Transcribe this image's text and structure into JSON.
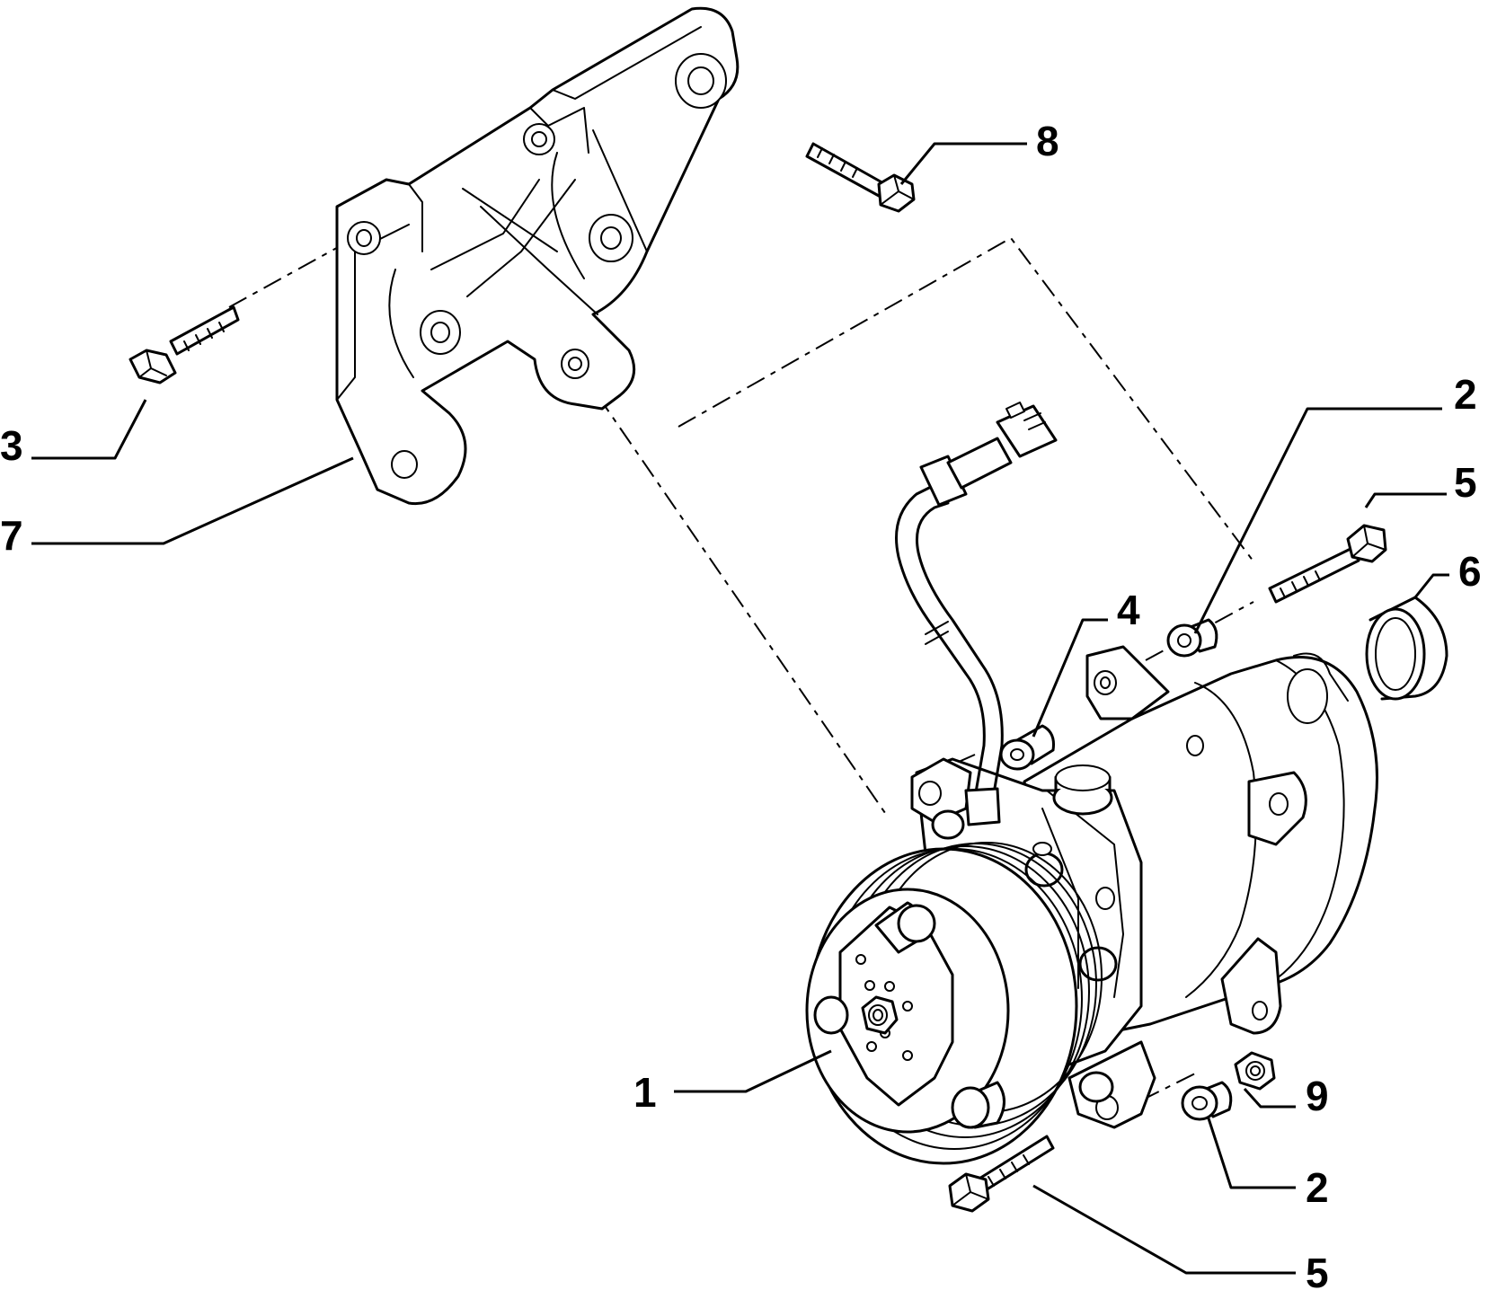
{
  "callouts": {
    "c1": "1",
    "c2_top": "2",
    "c2_bottom": "2",
    "c3": "3",
    "c4": "4",
    "c5_top": "5",
    "c5_bottom": "5",
    "c6": "6",
    "c7": "7",
    "c8": "8",
    "c9": "9"
  },
  "parts": [
    {
      "ref": "1",
      "icon": "ac-compressor-icon"
    },
    {
      "ref": "2",
      "icon": "bushing-icon"
    },
    {
      "ref": "3",
      "icon": "bolt-icon"
    },
    {
      "ref": "4",
      "icon": "bushing-icon"
    },
    {
      "ref": "5",
      "icon": "bolt-icon"
    },
    {
      "ref": "6",
      "icon": "cap-icon"
    },
    {
      "ref": "7",
      "icon": "mounting-bracket-icon"
    },
    {
      "ref": "8",
      "icon": "bolt-icon"
    },
    {
      "ref": "9",
      "icon": "nut-icon"
    }
  ]
}
